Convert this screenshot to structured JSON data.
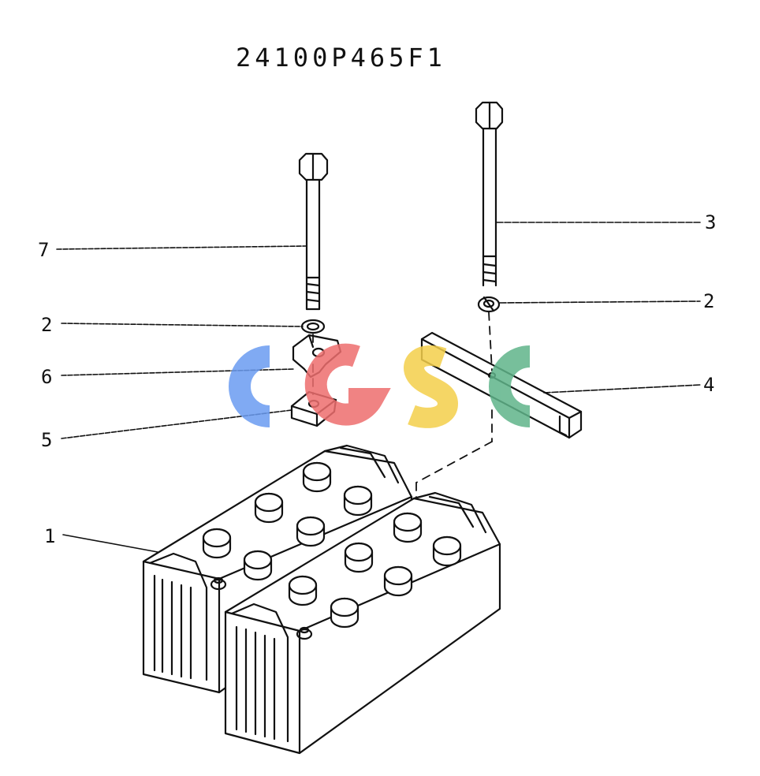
{
  "diagram": {
    "title": "24100P465F1",
    "callouts": [
      {
        "id": "7",
        "label": "7"
      },
      {
        "id": "2a",
        "label": "2"
      },
      {
        "id": "6",
        "label": "6"
      },
      {
        "id": "5",
        "label": "5"
      },
      {
        "id": "1",
        "label": "1"
      },
      {
        "id": "3",
        "label": "3"
      },
      {
        "id": "2b",
        "label": "2"
      },
      {
        "id": "4",
        "label": "4"
      }
    ]
  },
  "watermark": {
    "text": "CGSC",
    "colors": [
      "#6b9cf2",
      "#ee6e6e",
      "#f4cf4b",
      "#5fb48a"
    ]
  },
  "colors": {
    "line": "#111111",
    "fill": "#ffffff"
  }
}
